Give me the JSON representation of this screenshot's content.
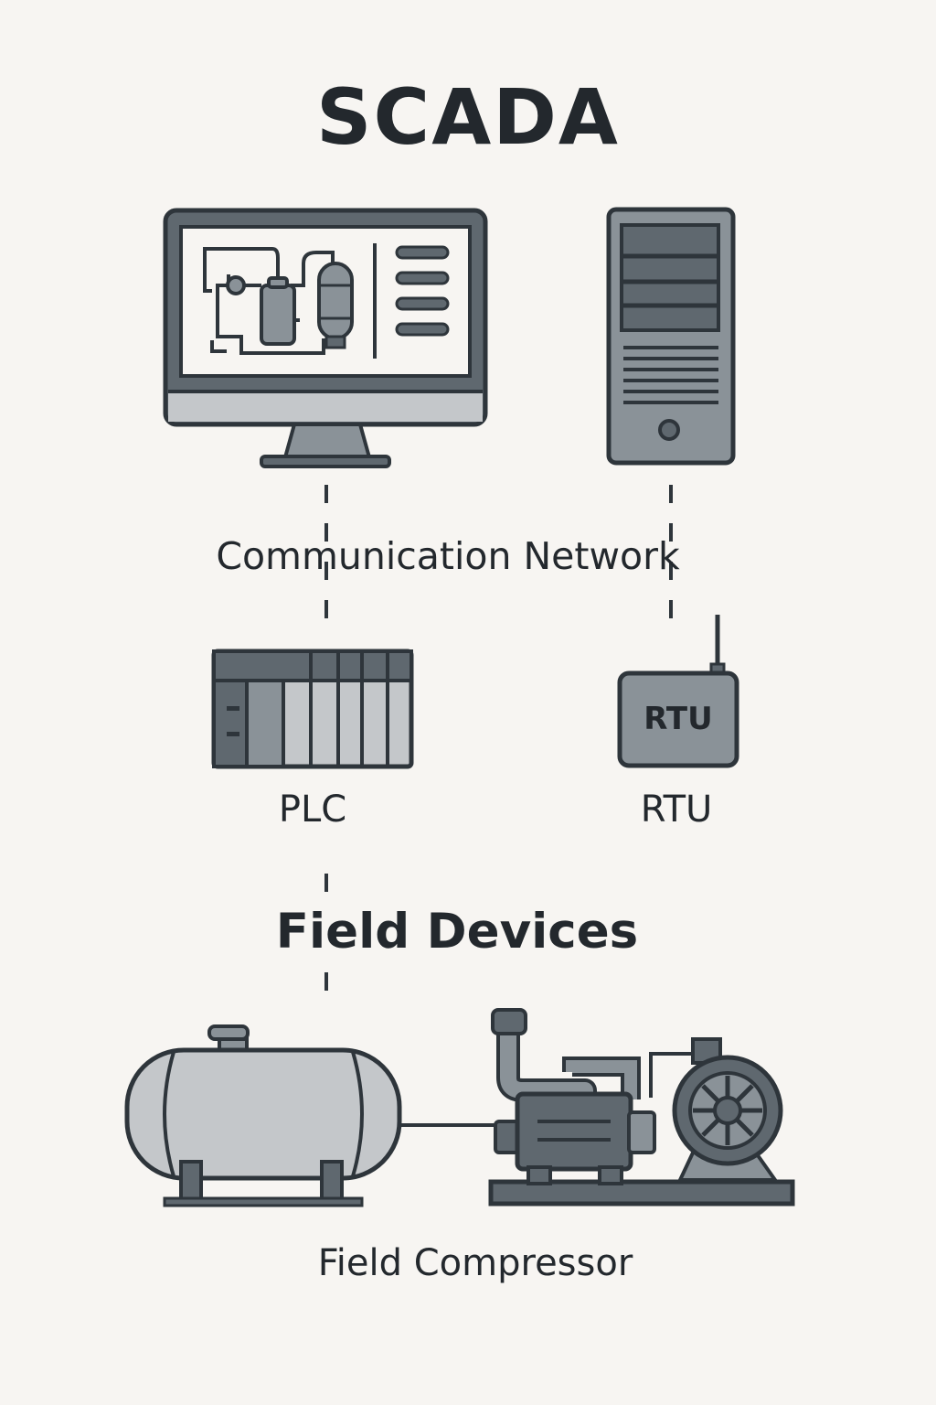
{
  "title": "SCADA",
  "network": {
    "label": "Communication Network"
  },
  "plc": {
    "label": "PLC"
  },
  "rtu": {
    "label": "RTU",
    "badge": "RTU"
  },
  "field_devices": {
    "label": "Field Devices"
  },
  "compressor": {
    "label": "Field Compressor"
  },
  "colors": {
    "background": "#f7f5f2",
    "outline": "#2e353b",
    "dark_fill": "#5f686f",
    "mid_fill": "#8a9298",
    "light_fill": "#c4c7ca",
    "screen": "#f7f5f2",
    "text": "#23282d"
  },
  "icons": [
    "hmi-monitor-icon",
    "server-tower-icon",
    "plc-rack-icon",
    "rtu-box-icon",
    "storage-tank-icon",
    "pump-motor-icon"
  ]
}
